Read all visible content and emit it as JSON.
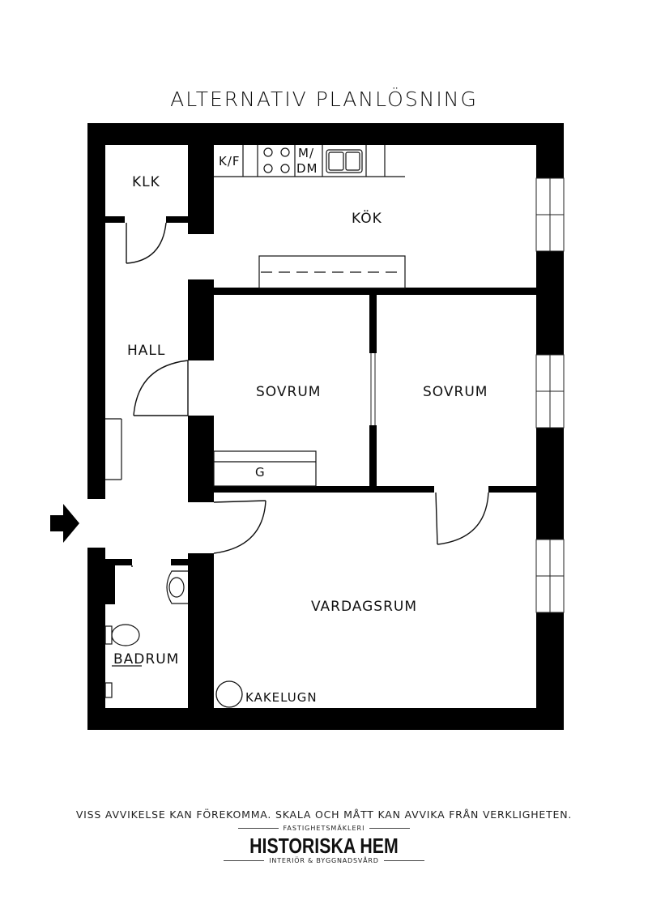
{
  "title": "ALTERNATIV PLANLÖSNING",
  "rooms": {
    "klk": "KLK",
    "kok": "KÖK",
    "kf": "K/F",
    "m": "M/",
    "dm": "DM",
    "hall": "HALL",
    "sovrum1": "SOVRUM",
    "sovrum2": "SOVRUM",
    "g": "G",
    "vardagsrum": "VARDAGSRUM",
    "badrum": "BADRUM",
    "kakelugn": "KAKELUGN"
  },
  "disclaimer": "VISS AVVIKELSE KAN FÖREKOMMA. SKALA OCH MÅTT KAN AVVIKA FRÅN VERKLIGHETEN.",
  "brand": {
    "tagline_top": "FASTIGHETSMÄKLERI",
    "name": "HISTORISKA HEM",
    "tagline_bottom": "INTERIÖR & BYGGNADSVÅRD"
  }
}
